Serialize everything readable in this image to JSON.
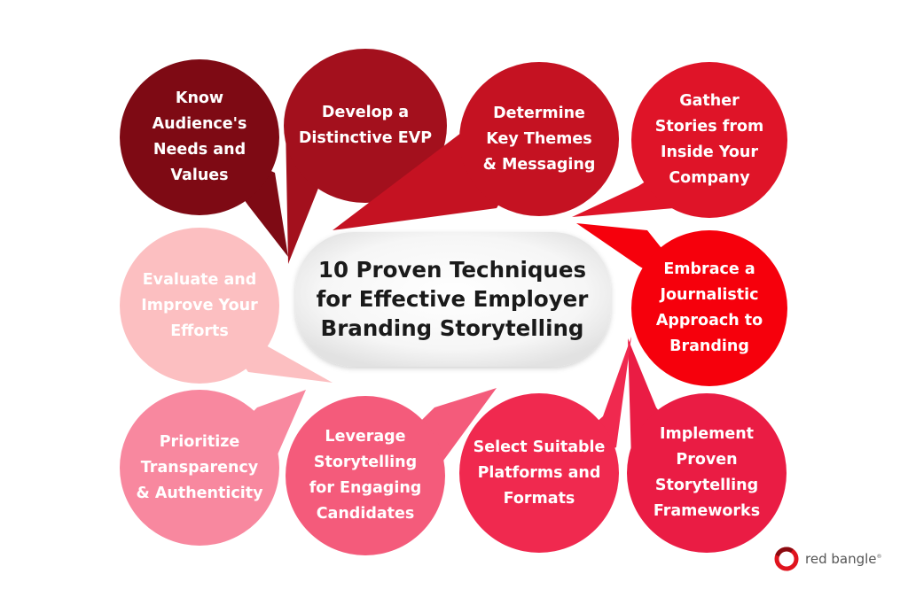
{
  "title": "10 Proven Techniques\nfor Effective Employer\nBranding Storytelling",
  "petals": [
    {
      "id": "know-audience",
      "label": "Know\nAudience's\nNeeds and\nValues",
      "color": "#7e0a14"
    },
    {
      "id": "develop-evp",
      "label": "Develop a\nDistinctive EVP",
      "color": "#a3101d"
    },
    {
      "id": "key-themes",
      "label": "Determine\nKey Themes\n& Messaging",
      "color": "#c51222"
    },
    {
      "id": "gather-stories",
      "label": "Gather\nStories from\nInside Your\nCompany",
      "color": "#df1428"
    },
    {
      "id": "journalistic",
      "label": "Embrace a\nJournalistic\nApproach to\nBranding",
      "color": "#f6000c"
    },
    {
      "id": "frameworks",
      "label": "Implement\nProven\nStorytelling\nFrameworks",
      "color": "#ea1c44"
    },
    {
      "id": "platforms",
      "label": "Select Suitable\nPlatforms and\nFormats",
      "color": "#f0294f"
    },
    {
      "id": "leverage",
      "label": "Leverage\nStorytelling\nfor Engaging\nCandidates",
      "color": "#f45b7b"
    },
    {
      "id": "transparency",
      "label": "Prioritize\nTransparency\n& Authenticity",
      "color": "#f8889f"
    },
    {
      "id": "evaluate",
      "label": "Evaluate and\nImprove Your\nEfforts",
      "color": "#fcbfc1"
    }
  ],
  "logo": {
    "text": "red bangle",
    "mark": "®"
  }
}
